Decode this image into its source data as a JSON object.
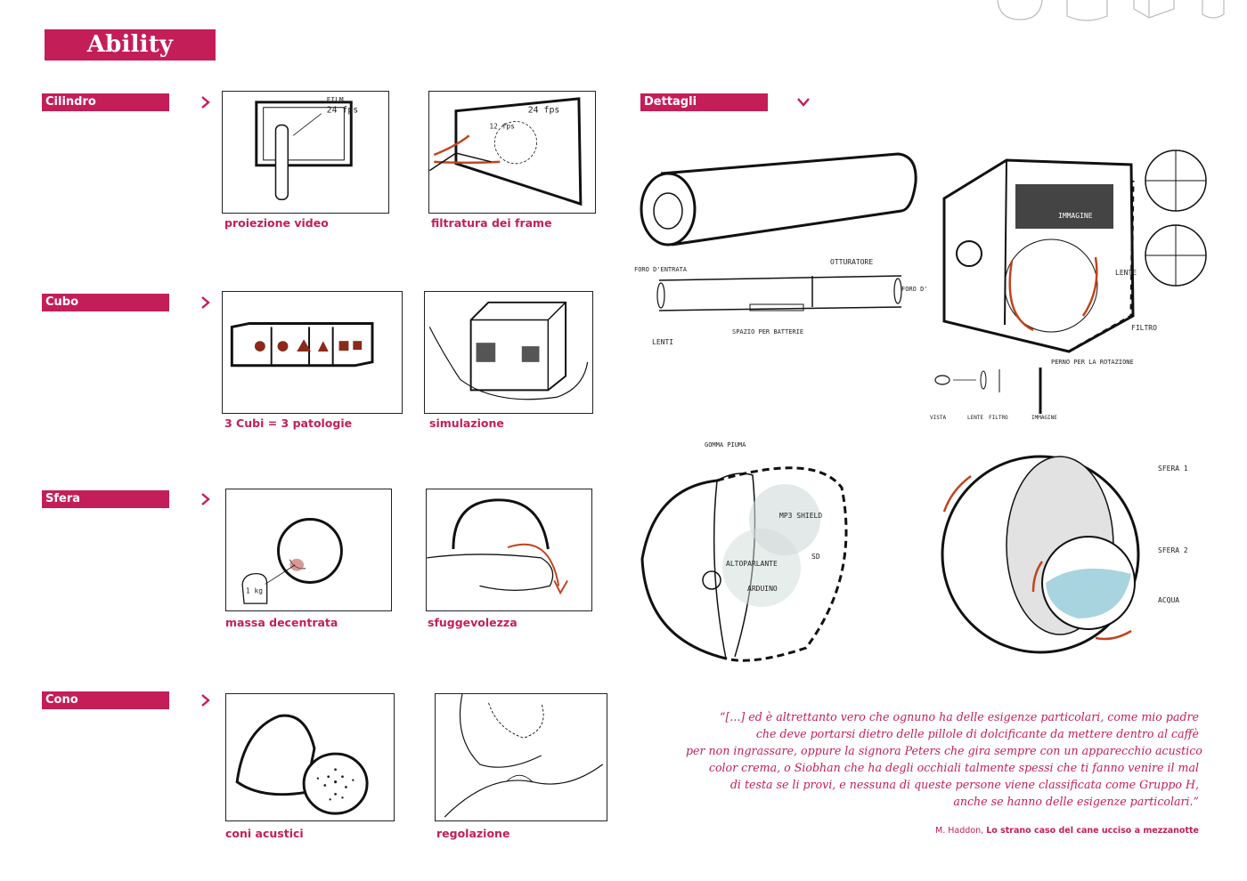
{
  "header": {
    "title": "Ability Boxes"
  },
  "sections": [
    {
      "label": "Cilindro",
      "captions": [
        "proiezione video",
        "filtratura dei frame"
      ]
    },
    {
      "label": "Cubo",
      "captions": [
        "3 Cubi = 3 patologie",
        "simulazione"
      ]
    },
    {
      "label": "Sfera",
      "captions": [
        "massa decentrata",
        "sfuggevolezza"
      ]
    },
    {
      "label": "Cono",
      "captions": [
        "coni acustici",
        "regolazione"
      ]
    }
  ],
  "details": {
    "label": "Dettagli"
  },
  "sketch_labels": {
    "film": "FILM",
    "fps24": "24 fps",
    "fps12": "12 fps",
    "otturatore": "OTTURATORE",
    "foro_entrata": "FORO D'ENTRATA",
    "foro_uscita": "FORO D'USCITA",
    "lenti": "LENTI",
    "spazio_batterie": "SPAZIO PER BATTERIE",
    "immagine": "IMMAGINE",
    "lente": "LENTE",
    "filtro": "FILTRO",
    "perno": "PERNO PER LA ROTAZIONE",
    "vista": "VISTA",
    "lente2": "LENTE",
    "filtro3": "FILTRO",
    "immagine4": "IMMAGINE",
    "gommapiuma": "GOMMA PIUMA",
    "mp3": "MP3 SHIELD",
    "altoparlante": "ALTOPARLANTE",
    "arduino": "ARDUINO",
    "sd": "SD",
    "sfera1": "SFERA 1",
    "sfera2": "SFERA 2",
    "acqua": "ACQUA",
    "weight": "1 kg"
  },
  "quote": {
    "lines": [
      "“[...] ed è altrettanto vero che ognuno ha delle esigenze particolari, come mio padre",
      "che deve portarsi dietro delle pillole di dolcificante da mettere dentro al caffè",
      "per non ingrassare, oppure la signora Peters che gira sempre con un apparecchio acustico",
      "color crema, o Siobhan che ha degli occhiali talmente spessi che ti fanno venire il mal",
      "di testa se li provi, e nessuna di queste persone viene classificata come Gruppo H,",
      "anche se hanno delle esigenze particolari.”"
    ],
    "author": "M. Haddon,",
    "book": "Lo strano caso del cane ucciso a mezzanotte"
  },
  "colors": {
    "accent": "#c41e58",
    "sketch_red": "#c0441d",
    "water": "#a8d4e0"
  },
  "icons": {
    "section_arrow": "chevron-right-icon",
    "details_arrow": "chevron-down-icon"
  }
}
